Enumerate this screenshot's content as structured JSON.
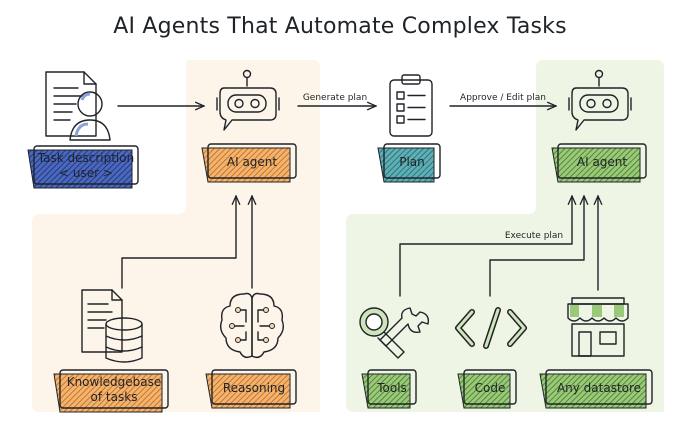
{
  "title": "AI Agents That Automate Complex Tasks",
  "colors": {
    "orange_panel": "#fdf4ea",
    "orange": "#e9923a",
    "green_panel": "#eef5e5",
    "green": "#6aa84f",
    "blue": "#2f4fa3",
    "teal": "#3a8f96",
    "robot_orange": "#f7d7b4",
    "robot_green": "#cfe5b9"
  },
  "nodes": {
    "task": {
      "line1": "Task description",
      "line2": "< user >"
    },
    "agent1": {
      "label": "AI agent"
    },
    "plan": {
      "label": "Plan"
    },
    "agent2": {
      "label": "AI agent"
    },
    "kb": {
      "line1": "Knowledgebase",
      "line2": "of tasks"
    },
    "reasoning": {
      "label": "Reasoning"
    },
    "tools": {
      "label": "Tools"
    },
    "code": {
      "label": "Code"
    },
    "datastore": {
      "label": "Any datastore"
    }
  },
  "edges": {
    "generate_plan": "Generate plan",
    "approve_edit": "Approve / Edit plan",
    "execute_plan": "Execute plan"
  },
  "icons": {
    "user": "user-document-icon",
    "robot1": "robot-icon",
    "robot2": "robot-icon",
    "plan": "clipboard-checklist-icon",
    "kb": "document-database-icon",
    "brain": "circuit-brain-icon",
    "tools": "wrench-magnifier-icon",
    "code": "code-brackets-icon",
    "store": "storefront-icon"
  }
}
